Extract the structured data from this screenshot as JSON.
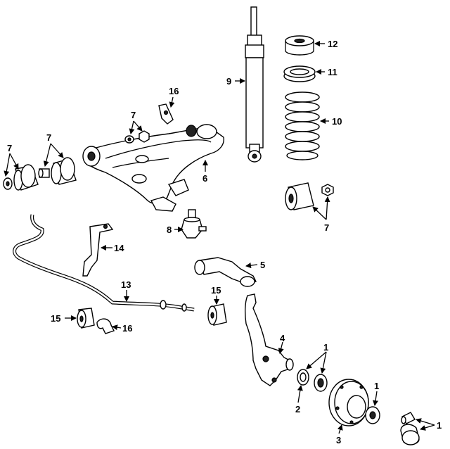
{
  "callouts": {
    "c1_hub_bearings": "1",
    "c1_outer_bearing": "1",
    "c1_stud_cap": "1",
    "c2": "2",
    "c3": "3",
    "c4": "4",
    "c5": "5",
    "c6": "6",
    "c7_left": "7",
    "c7_mid": "7",
    "c7_arm": "7",
    "c7_right": "7",
    "c8": "8",
    "c9": "9",
    "c10": "10",
    "c11": "11",
    "c12": "12",
    "c13": "13",
    "c14": "14",
    "c15_left": "15",
    "c15_mid": "15",
    "c16_top": "16",
    "c16_left": "16"
  }
}
